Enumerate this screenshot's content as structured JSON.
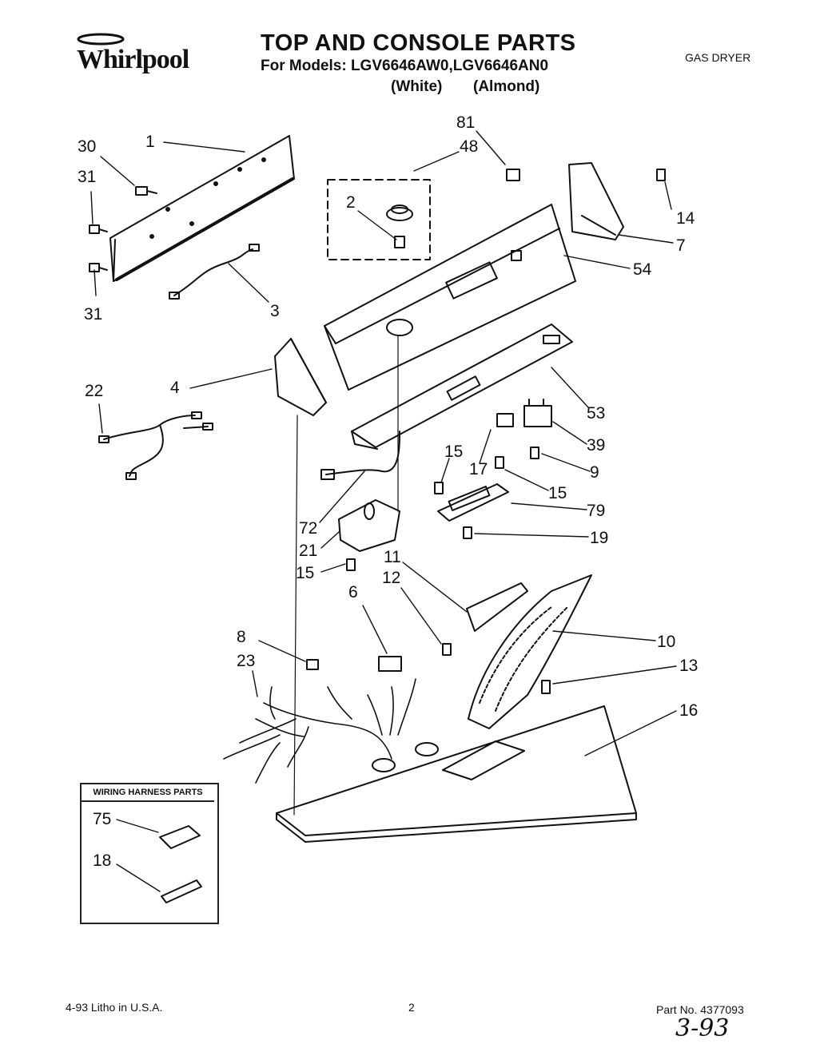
{
  "header": {
    "brand": "Whirlpool",
    "title": "TOP AND CONSOLE PARTS",
    "models": "For Models: LGV6646AW0,LGV6646AN0",
    "color_white": "(White)",
    "color_almond": "(Almond)",
    "appliance_type": "GAS DRYER"
  },
  "callouts": {
    "c1": "1",
    "c30": "30",
    "c31a": "31",
    "c31b": "31",
    "c3": "3",
    "c81": "81",
    "c48": "48",
    "c2": "2",
    "c14": "14",
    "c7": "7",
    "c54": "54",
    "c4": "4",
    "c22": "22",
    "c53": "53",
    "c39": "39",
    "c9": "9",
    "c15a": "15",
    "c17": "17",
    "c15b": "15",
    "c79": "79",
    "c19": "19",
    "c72": "72",
    "c21": "21",
    "c15c": "15",
    "c11": "11",
    "c12": "12",
    "c6": "6",
    "c10": "10",
    "c13": "13",
    "c8": "8",
    "c23": "23",
    "c16": "16",
    "c75": "75",
    "c18": "18"
  },
  "harness_box": {
    "title": "WIRING HARNESS PARTS"
  },
  "footer": {
    "litho": "4-93 Litho in U.S.A.",
    "page": "2",
    "part_no": "Part No. 4377093",
    "handwritten": "3-93"
  }
}
